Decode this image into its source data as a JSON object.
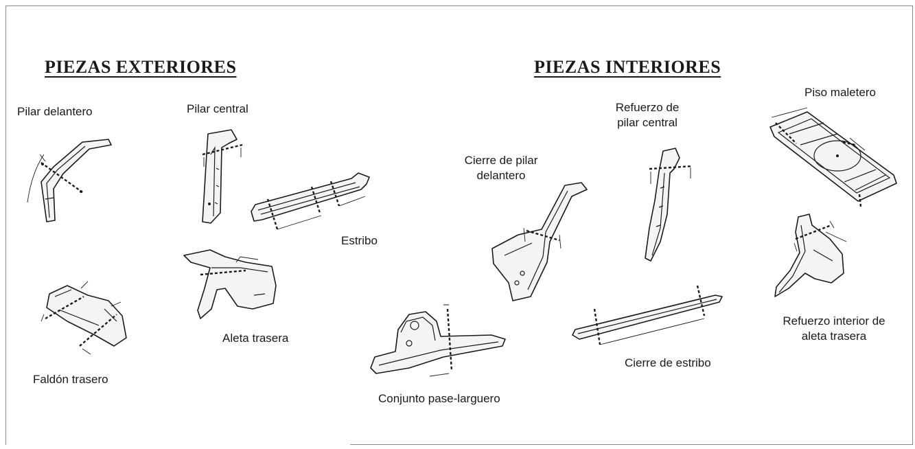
{
  "headings": {
    "exterior": "PIEZAS EXTERIORES",
    "interior": "PIEZAS INTERIORES"
  },
  "exterior_parts": {
    "pilar_delantero": "Pilar delantero",
    "pilar_central": "Pilar central",
    "estribo": "Estribo",
    "aleta_trasera": "Aleta trasera",
    "faldon_trasero": "Faldón trasero"
  },
  "interior_parts": {
    "cierre_pilar_delantero": [
      "Cierre de pilar",
      "delantero"
    ],
    "refuerzo_pilar_central": [
      "Refuerzo de",
      "pilar central"
    ],
    "piso_maletero": "Piso maletero",
    "refuerzo_aleta_trasera": [
      "Refuerzo interior de",
      "aleta trasera"
    ],
    "cierre_estribo": "Cierre de estribo",
    "conjunto_pase_larguero": "Conjunto pase-larguero"
  }
}
